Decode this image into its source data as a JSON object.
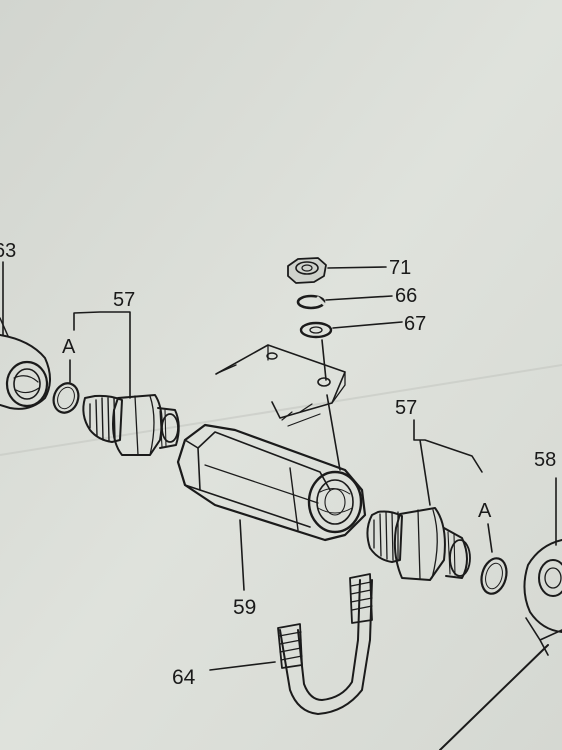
{
  "diagram": {
    "colors": {
      "paper": "#d9dcd6",
      "ink": "#1b1b1b",
      "shade": "#b8bbb5"
    },
    "labels": {
      "p63": "63",
      "p57_left": "57",
      "a_left": "A",
      "p71": "71",
      "p66": "66",
      "p67": "67",
      "p57_right": "57",
      "p58": "58",
      "a_right": "A",
      "p59": "59",
      "p64": "64"
    }
  }
}
